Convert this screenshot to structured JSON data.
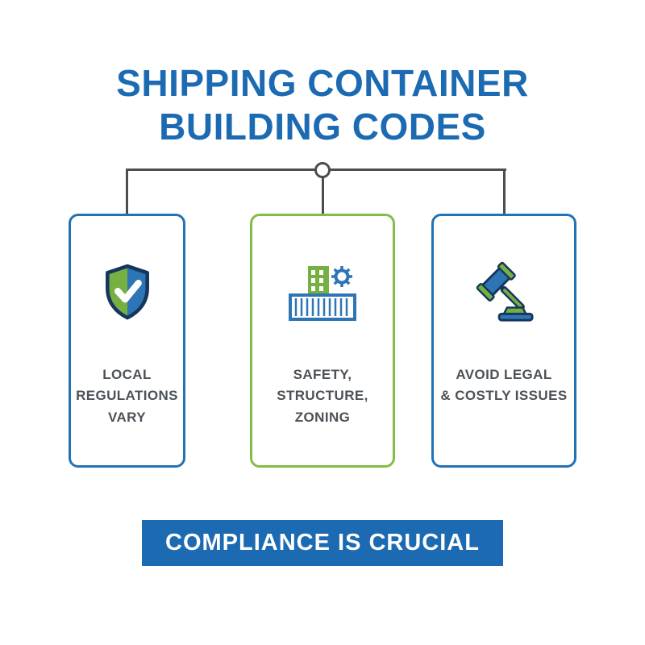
{
  "title": {
    "line1": "SHIPPING CONTAINER",
    "line2": "BUILDING CODES"
  },
  "cards": [
    {
      "id": "local-regulations",
      "icon": "shield-check-icon",
      "border_color": "#2272b4",
      "label_lines": [
        "LOCAL",
        "REGULATIONS",
        "VARY"
      ]
    },
    {
      "id": "safety-structure-zoning",
      "icon": "container-gear-icon",
      "border_color": "#85bc45",
      "label_lines": [
        "SAFETY,",
        "STRUCTURE,",
        "ZONING"
      ]
    },
    {
      "id": "avoid-legal-issues",
      "icon": "gavel-icon",
      "border_color": "#2272b4",
      "label_lines": [
        "AVOID LEGAL",
        "& COSTLY ISSUES"
      ]
    }
  ],
  "banner": {
    "label": "COMPLIANCE IS CRUCIAL",
    "bg_color": "#1c6bb2"
  },
  "colors": {
    "title_blue": "#1c6bb2",
    "accent_blue": "#2e75b6",
    "accent_green": "#76b043",
    "outline_navy": "#16365c",
    "connector_gray": "#4d4d4d",
    "card_text": "#4c5257"
  }
}
